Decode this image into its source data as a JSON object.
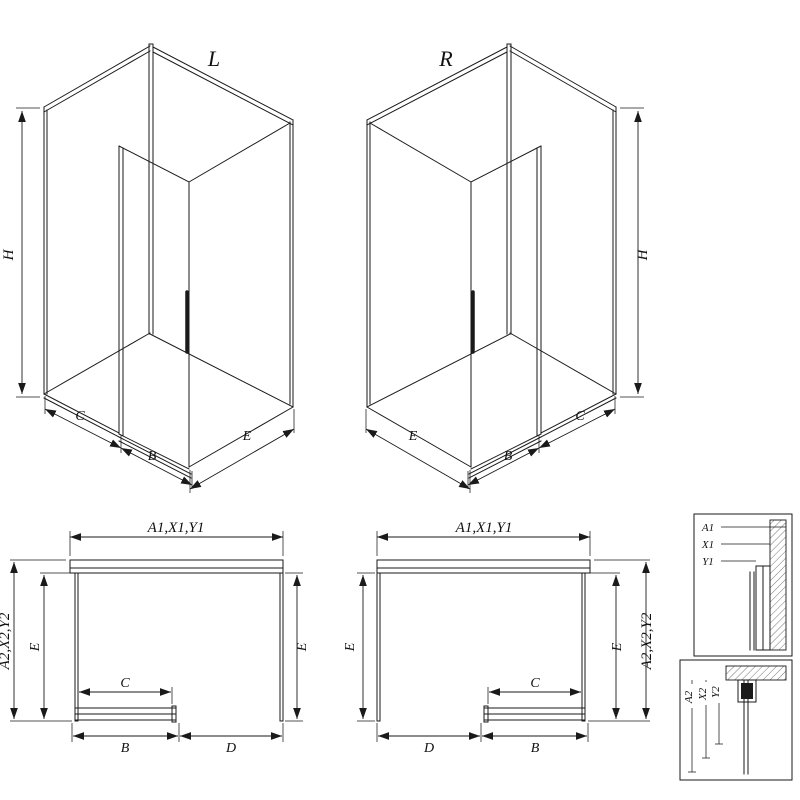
{
  "iso_left": {
    "variant": "L",
    "height": "H",
    "front_left": "C",
    "front_mid": "B",
    "side": "E"
  },
  "iso_right": {
    "variant": "R",
    "height": "H",
    "side": "E",
    "front_mid": "B",
    "front_right": "C"
  },
  "plan_left": {
    "width_top": "A1,X1,Y1",
    "overall_depth": "A2,X2,Y2",
    "depth_left": "E",
    "depth_right": "E",
    "door": "C",
    "door_overall": "B",
    "opening": "D"
  },
  "plan_right": {
    "width_top": "A1,X1,Y1",
    "overall_depth": "A2,X2,Y2",
    "depth_left": "E",
    "depth_right": "E",
    "door": "C",
    "door_overall": "B",
    "opening": "D"
  },
  "detail_top": {
    "labels": [
      "A1",
      "X1",
      "Y1"
    ]
  },
  "detail_bottom": {
    "labels": [
      "A2",
      "X2",
      "Y2"
    ]
  }
}
